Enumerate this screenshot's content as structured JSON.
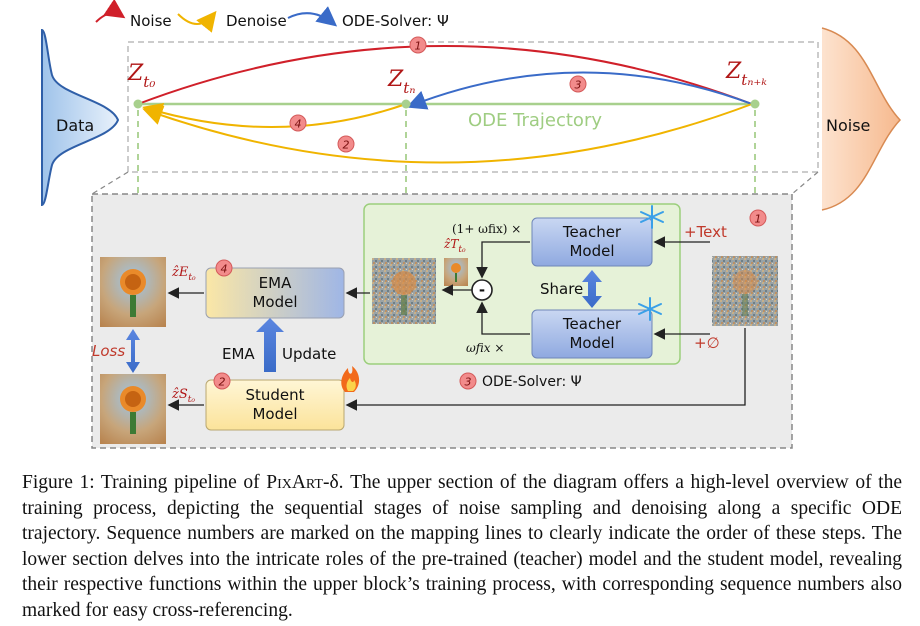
{
  "legend": {
    "noise": "Noise",
    "denoise": "Denoise",
    "ode_solver": "ODE-Solver: Ψ"
  },
  "colors": {
    "noise": "#d0202a",
    "denoise": "#f0b400",
    "ode_solver": "#3a6bc8",
    "trajectory": "#a8d08d",
    "model_blue": "#a9bde6",
    "student_yellow": "#fdf1c4",
    "ode_panel": "#e6f2d8",
    "badge": "#f28b8b"
  },
  "top": {
    "data_label": "Data",
    "noise_label": "Noise",
    "z_t0": "Z",
    "z_t0_sub": "t₀",
    "z_tn": "Z",
    "z_tn_sub": "tₙ",
    "z_tnk": "Z",
    "z_tnk_sub": "tₙ₊ₖ",
    "trajectory_label": "ODE Trajectory",
    "badges": [
      "1",
      "3",
      "4",
      "2"
    ]
  },
  "bottom": {
    "ema_model": [
      "EMA",
      "Model"
    ],
    "student_model": [
      "Student",
      "Model"
    ],
    "teacher_top": [
      "Teacher",
      "Model"
    ],
    "teacher_bottom": [
      "Teacher",
      "Model"
    ],
    "share": "Share",
    "ema_label": "EMA",
    "update_label": "Update",
    "loss_label": "Loss",
    "plus_text": "+Text",
    "plus_null": "+∅",
    "one_plus_wfix": "(1+ ωfix) ×",
    "wfix": "ωfix ×",
    "minus": "-",
    "z_e_t0": "ẑE",
    "z_e_t0_sub": "t₀",
    "z_s_t0": "ẑS",
    "z_s_t0_sub": "t₀",
    "z_t_t0": "ẑT",
    "z_t_t0_sub": "t₀",
    "ode_solver_label": "ODE-Solver: Ψ",
    "badge_1": "1",
    "badge_2": "2",
    "badge_3": "3",
    "badge_4": "4"
  },
  "caption": {
    "lead": "Figure 1: Training pipeline of ",
    "name": "PixArt",
    "name_suffix": "-δ.",
    "body": " The upper section of the diagram offers a high-level overview of the training process, depicting the sequential stages of noise sampling and denoising along a specific ODE trajectory. Sequence numbers are marked on the mapping lines to clearly indicate the order of these steps. The lower section delves into the intricate roles of the pre-trained (teacher) model and the student model, revealing their respective functions within the upper block’s training process, with corresponding sequence numbers also marked for easy cross-referencing."
  }
}
